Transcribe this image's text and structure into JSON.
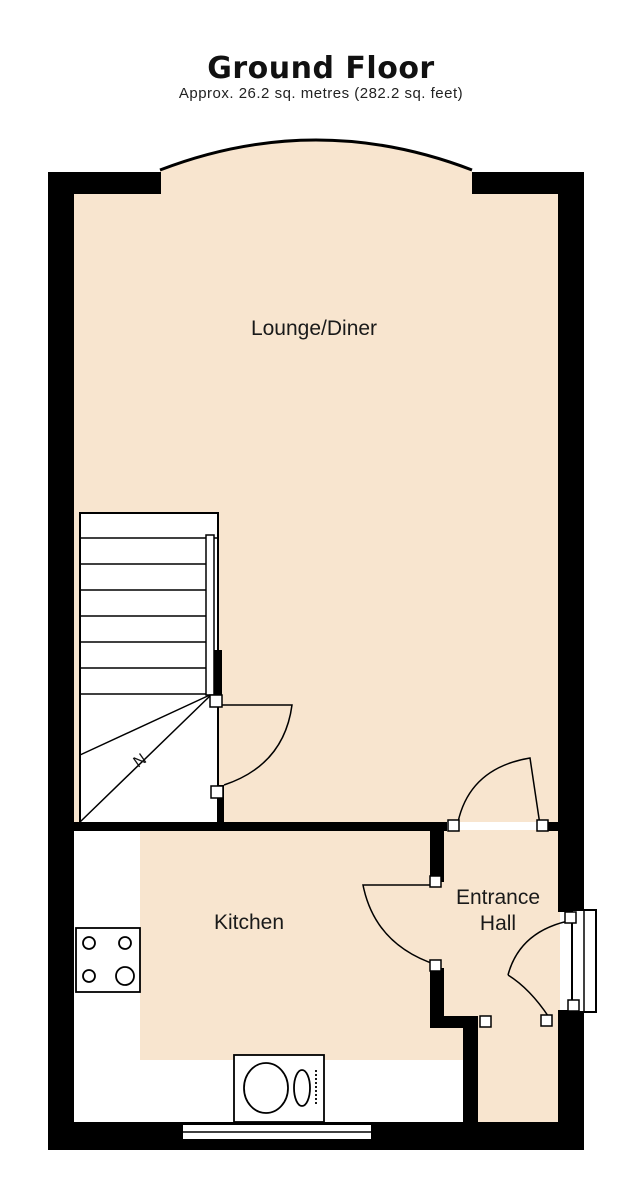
{
  "plan": {
    "title": "Ground Floor",
    "subtitle": "Approx. 26.2 sq. metres (282.2 sq. feet)",
    "colors": {
      "floor": "#f8e5cf",
      "wall": "#000000",
      "line": "#000000",
      "fixture": "#ffffff"
    },
    "rooms": {
      "lounge": "Lounge/Diner",
      "kitchen": "Kitchen",
      "hall_line1": "Entrance",
      "hall_line2": "Hall"
    },
    "stairs_marker": "N"
  }
}
